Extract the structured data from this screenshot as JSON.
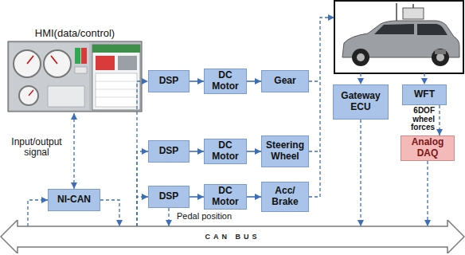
{
  "diagram": {
    "nodes": [
      {
        "text": [
          "HMI(data/control)"
        ]
      },
      {
        "text": [
          "NI-CAN"
        ]
      },
      {
        "text": [
          "DSP"
        ]
      },
      {
        "text": [
          "DC Motor"
        ]
      },
      {
        "text": [
          "Gear"
        ]
      },
      {
        "text": [
          "DSP"
        ]
      },
      {
        "text": [
          "DC Motor"
        ]
      },
      {
        "text": [
          "Steering Wheel"
        ]
      },
      {
        "text": [
          "DSP"
        ]
      },
      {
        "text": [
          "DC Motor"
        ]
      },
      {
        "text": [
          "Acc/ Brake"
        ]
      },
      {
        "text": [
          "Gateway ECU"
        ]
      },
      {
        "text": [
          "WFT"
        ]
      },
      {
        "text": [
          "Analog DAQ"
        ]
      },
      {
        "text": [
          "CAN BUS"
        ]
      }
    ],
    "edges": [
      {
        "from": 0,
        "to": 1,
        "arrow": "both",
        "label": "Input/output signal"
      },
      {
        "from": 1,
        "to": 14,
        "arrow": "to"
      },
      {
        "from": 14,
        "to": 1,
        "arrow": "to"
      },
      {
        "from": 14,
        "to": 2,
        "arrow": "to"
      },
      {
        "from": 14,
        "to": 5,
        "arrow": "to"
      },
      {
        "from": 14,
        "to": 8,
        "arrow": "to"
      },
      {
        "from": 2,
        "to": 3,
        "arrow": "to"
      },
      {
        "from": 3,
        "to": 4,
        "arrow": "to"
      },
      {
        "from": 5,
        "to": 6,
        "arrow": "to"
      },
      {
        "from": 6,
        "to": 7,
        "arrow": "to"
      },
      {
        "from": 8,
        "to": 9,
        "arrow": "to"
      },
      {
        "from": 9,
        "to": 10,
        "arrow": "to"
      },
      {
        "from": 8,
        "to": 14,
        "arrow": "to",
        "label": "Pedal position"
      },
      {
        "from": 11,
        "to": 14,
        "arrow": "to"
      },
      {
        "from": 12,
        "to": 13,
        "arrow": "to",
        "label": "6DOF wheel forces"
      },
      {
        "from": 13,
        "to": 14,
        "arrow": "to"
      }
    ]
  }
}
